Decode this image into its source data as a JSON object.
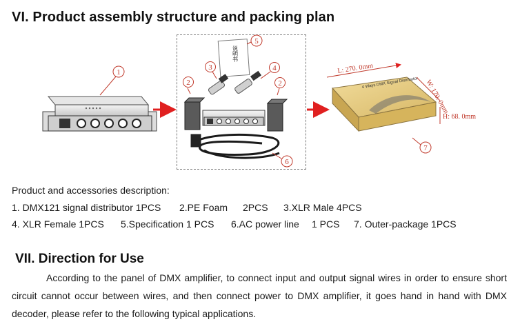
{
  "section6": {
    "title": "VI. Product assembly structure and packing plan"
  },
  "figure": {
    "markers": [
      "1",
      "2",
      "3",
      "4",
      "2",
      "5",
      "6",
      "7"
    ],
    "box_dims": {
      "length": "L: 270. 0mm",
      "width": "W: 170. 0mm",
      "height": "H: 68. 0mm"
    },
    "box_label": "4 Ways DMX Signal Distributor",
    "manual_text": "说明书"
  },
  "accessories": {
    "heading": "Product and accessories description:",
    "line1": [
      "1. DMX121 signal distributor 1PCS",
      "2.PE Foam",
      "2PCS",
      "3.XLR Male 4PCS"
    ],
    "line2": [
      "4. XLR Female  1PCS",
      "5.Specification  1 PCS",
      "6.AC power line",
      "1 PCS",
      "7. Outer-package  1PCS"
    ]
  },
  "section7": {
    "title": "VII. Direction for Use",
    "paragraph": "According to the panel of DMX amplifier, to connect input and output signal wires in order to ensure short circuit cannot occur between wires, and then connect power to DMX amplifier, it goes hand in hand with DMX decoder, please refer to the following typical applications."
  },
  "colors": {
    "arrow": "#e02020",
    "marker": "#c0392b",
    "box": "#d8b868"
  }
}
